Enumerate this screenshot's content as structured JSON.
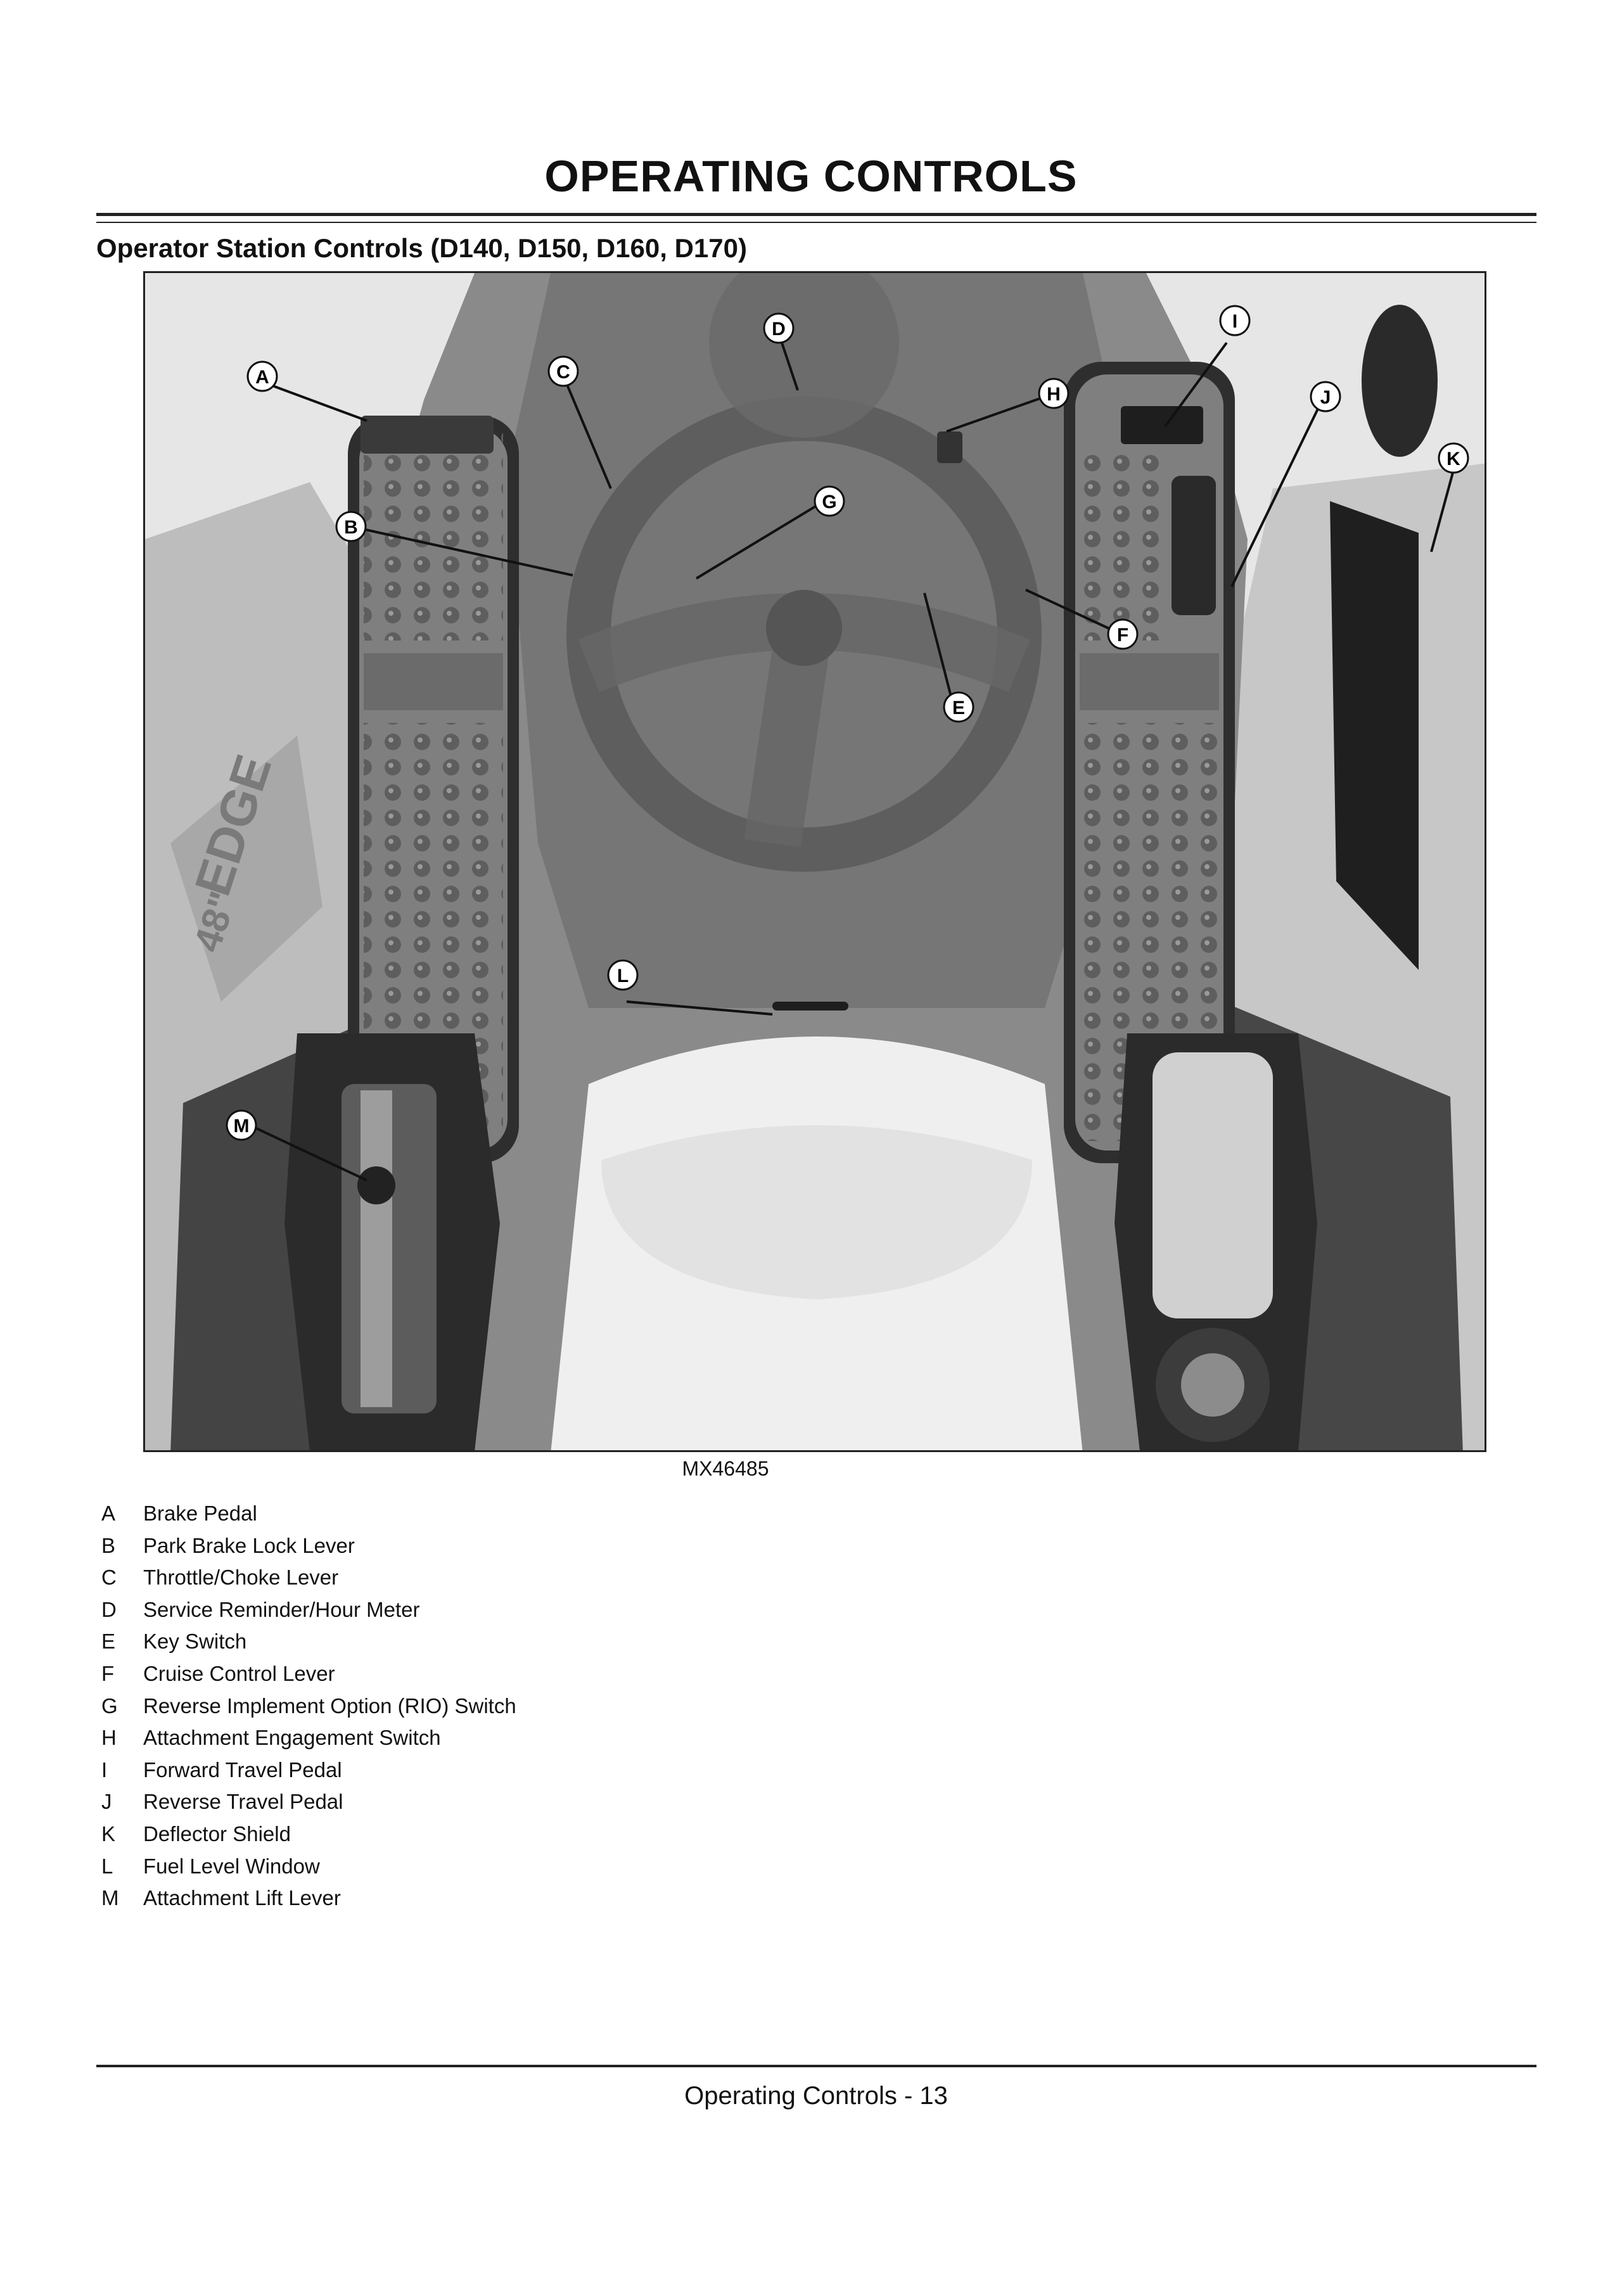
{
  "page": {
    "title": "OPERATING CONTROLS",
    "section_title": "Operator Station Controls (D140, D150, D160, D170)",
    "figure_code": "MX46485",
    "footer": "Operating Controls - 13"
  },
  "figure": {
    "decal_text": "EDGE",
    "decal_size": "48\""
  },
  "callouts": [
    {
      "letter": "A",
      "label": "Brake Pedal"
    },
    {
      "letter": "B",
      "label": "Park Brake Lock Lever"
    },
    {
      "letter": "C",
      "label": "Throttle/Choke Lever"
    },
    {
      "letter": "D",
      "label": "Service Reminder/Hour Meter"
    },
    {
      "letter": "E",
      "label": "Key Switch"
    },
    {
      "letter": "F",
      "label": "Cruise Control Lever"
    },
    {
      "letter": "G",
      "label": "Reverse Implement Option (RIO) Switch"
    },
    {
      "letter": "H",
      "label": "Attachment Engagement Switch"
    },
    {
      "letter": "I",
      "label": "Forward Travel Pedal"
    },
    {
      "letter": "J",
      "label": "Reverse Travel Pedal"
    },
    {
      "letter": "K",
      "label": "Deflector Shield"
    },
    {
      "letter": "L",
      "label": "Fuel Level Window"
    },
    {
      "letter": "M",
      "label": "Attachment Lift Lever"
    }
  ]
}
